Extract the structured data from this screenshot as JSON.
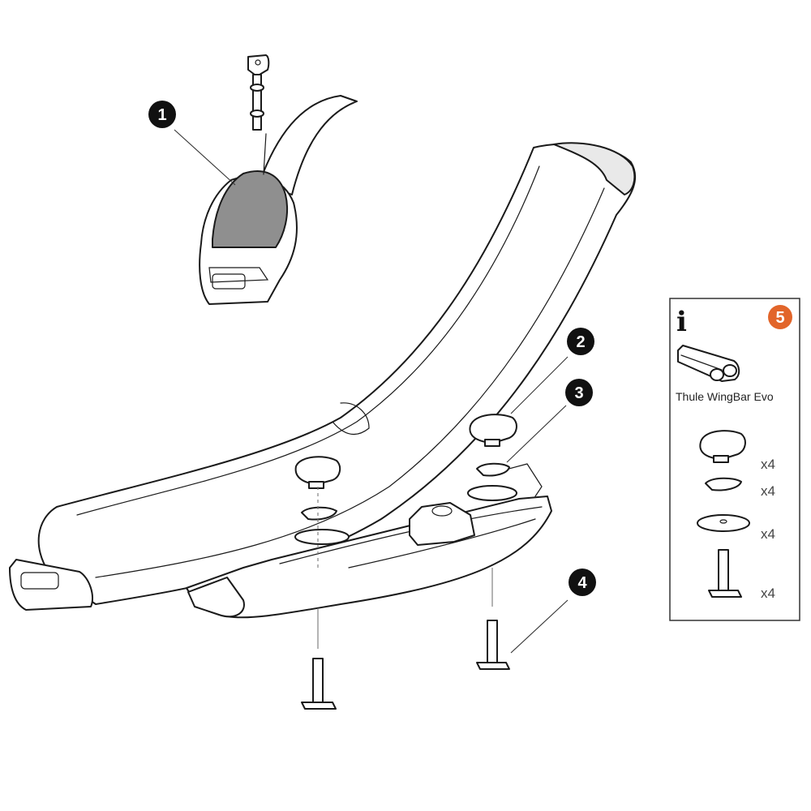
{
  "callouts": {
    "c1": "1",
    "c2": "2",
    "c3": "3",
    "c4": "4",
    "c5": "5"
  },
  "info_box": {
    "info_symbol": "i",
    "product_name": "Thule WingBar Evo",
    "quantities": [
      "x4",
      "x4",
      "x4",
      "x4"
    ]
  },
  "colors": {
    "callout_fill": "#111111",
    "highlight_callout_fill": "#e2652a",
    "lock_cover": "#8f8f8f",
    "line": "#1a1a1a"
  },
  "icons": [
    "key-icon",
    "knob-icon",
    "washer-icon",
    "t-bolt-icon",
    "roof-bar-icon",
    "info-icon"
  ]
}
